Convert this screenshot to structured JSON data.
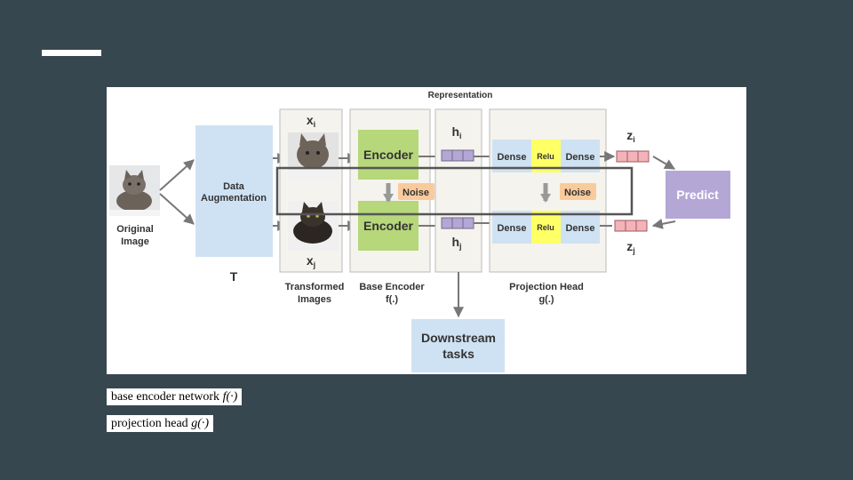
{
  "diagram": {
    "header": "Representation",
    "original_image_label_1": "Original",
    "original_image_label_2": "Image",
    "augmentation_label_1": "Data",
    "augmentation_label_2": "Augmentation",
    "augmentation_symbol": "T",
    "xi": "x",
    "xi_sub": "i",
    "xj": "x",
    "xj_sub": "j",
    "transformed_label_1": "Transformed",
    "transformed_label_2": "Images",
    "encoder_label": "Encoder",
    "noise_label": "Noise",
    "base_encoder_label_1": "Base Encoder",
    "base_encoder_label_2": "f(.)",
    "hi": "h",
    "hi_sub": "i",
    "hj": "h",
    "hj_sub": "j",
    "dense_label": "Dense",
    "relu_label": "Relu",
    "projection_label_1": "Projection Head",
    "projection_label_2": "g(.)",
    "zi": "z",
    "zi_sub": "i",
    "zj": "z",
    "zj_sub": "j",
    "predict_label": "Predict",
    "downstream_label_1": "Downstream",
    "downstream_label_2": "tasks"
  },
  "notes": {
    "encoder_text": "base encoder network",
    "encoder_math": "f(·)",
    "head_text": "projection head",
    "head_math": "g(·)"
  },
  "colors": {
    "background": "#37474f",
    "augmentation_box": "#cfe2f3",
    "encoder_box": "#b6d77a",
    "noise_box": "#f9cb9c",
    "representation_vector": "#b4a7d6",
    "projection_vector": "#f4b3b8",
    "relu_box": "#ffff66",
    "predict_box": "#b4a7d6",
    "highlight_rect": "#555555"
  }
}
